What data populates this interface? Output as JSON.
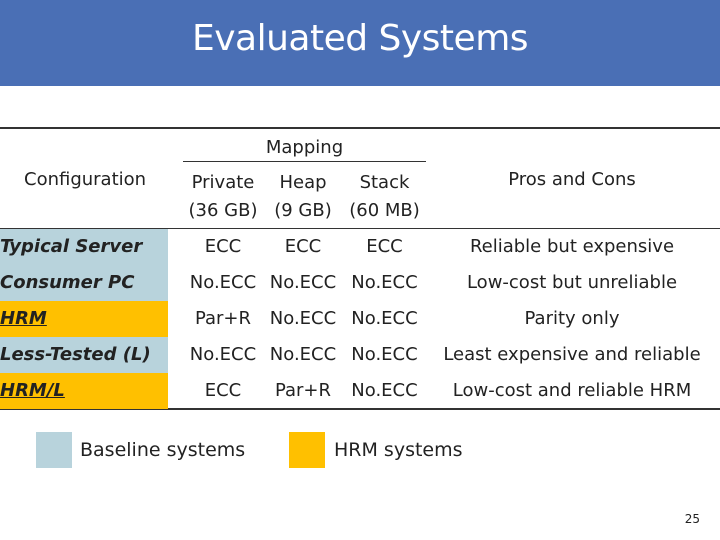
{
  "slide": {
    "title": "Evaluated Systems",
    "page_number": "25"
  },
  "colors": {
    "title_bar": "#4a6fb5",
    "baseline": "#b8d3dc",
    "hrm": "#ffc000"
  },
  "table": {
    "header": {
      "configuration": "Configuration",
      "mapping": "Mapping",
      "private": "Private",
      "heap": "Heap",
      "stack": "Stack",
      "private_size": "(36 GB)",
      "heap_size": "(9 GB)",
      "stack_size": "(60 MB)",
      "pros_cons": "Pros and Cons"
    },
    "rows": [
      {
        "config": "Typical Server",
        "private": "ECC",
        "heap": "ECC",
        "stack": "ECC",
        "pros_cons": "Reliable but expensive",
        "group": "baseline"
      },
      {
        "config": "Consumer PC",
        "private": "No.ECC",
        "heap": "No.ECC",
        "stack": "No.ECC",
        "pros_cons": "Low-cost but unreliable",
        "group": "baseline"
      },
      {
        "config": "HRM",
        "private": "Par+R",
        "heap": "No.ECC",
        "stack": "No.ECC",
        "pros_cons": "Parity only",
        "group": "hrm"
      },
      {
        "config": "Less-Tested (L)",
        "private": "No.ECC",
        "heap": "No.ECC",
        "stack": "No.ECC",
        "pros_cons": "Least expensive and reliable",
        "group": "baseline"
      },
      {
        "config": "HRM/L",
        "private": "ECC",
        "heap": "Par+R",
        "stack": "No.ECC",
        "pros_cons": "Low-cost and reliable HRM",
        "group": "hrm"
      }
    ]
  },
  "legend": {
    "baseline_label": "Baseline systems",
    "hrm_label": "HRM systems"
  }
}
